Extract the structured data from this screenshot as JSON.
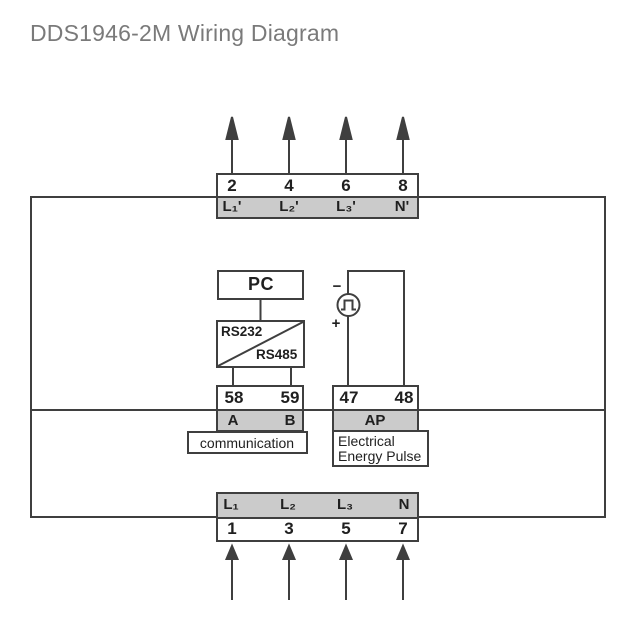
{
  "title": "DDS1946-2M Wiring Diagram",
  "meter": {
    "top_terminals": {
      "numbers": [
        "2",
        "4",
        "6",
        "8"
      ],
      "labels": [
        "L₁'",
        "L₂'",
        "L₃'",
        "N'"
      ]
    },
    "bottom_terminals": {
      "labels": [
        "L₁",
        "L₂",
        "L₃",
        "N"
      ],
      "numbers": [
        "1",
        "3",
        "5",
        "7"
      ]
    },
    "communication": {
      "pc_label": "PC",
      "converter_top": "RS232",
      "converter_bottom": "RS485",
      "terminal_numbers": [
        "58",
        "59"
      ],
      "terminal_labels": [
        "A",
        "B"
      ],
      "caption": "communication"
    },
    "energy_pulse": {
      "terminal_numbers": [
        "47",
        "48"
      ],
      "terminal_label": "AP",
      "caption_line1": "Electrical",
      "caption_line2": "Energy Pulse",
      "polarity_minus": "−",
      "polarity_plus": "+"
    }
  },
  "colors": {
    "line": "#3f3f3f",
    "terminal_fill": "#cbcbcb",
    "title_text": "#7a7a7a",
    "diagram_text": "#1f1f1f",
    "background": "#ffffff"
  }
}
